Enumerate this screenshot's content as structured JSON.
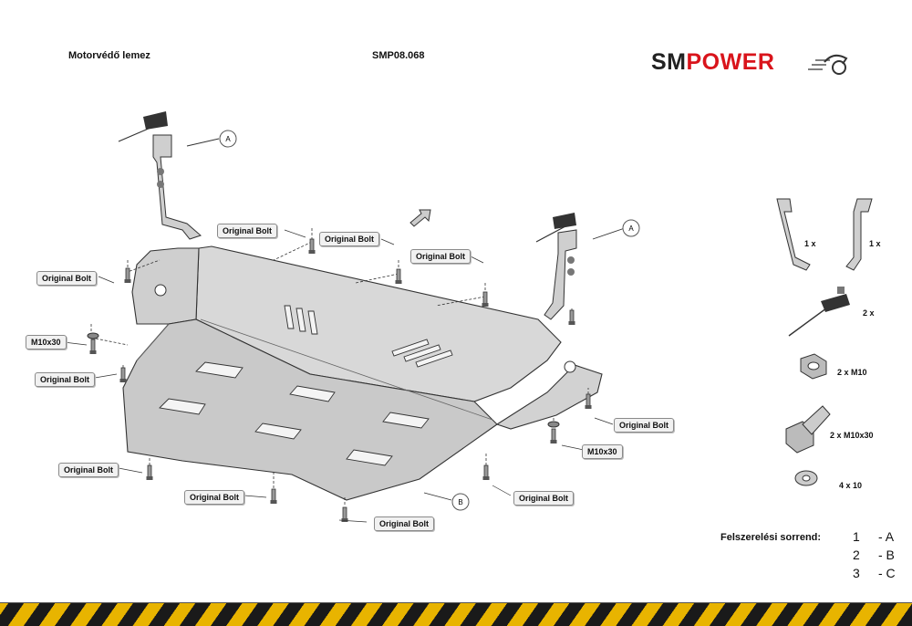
{
  "header": {
    "title": "Motorvédő lemez",
    "code": "SMP08.068",
    "logo": {
      "part1": "SM",
      "part2": "POWER",
      "color_dark": "#222222",
      "color_red": "#d9141b"
    }
  },
  "callouts": {
    "ob1": "Original Bolt",
    "ob2": "Original Bolt",
    "ob3": "Original Bolt",
    "ob4": "Original Bolt",
    "ob5": "Original Bolt",
    "ob6": "Original Bolt",
    "ob7": "Original Bolt",
    "ob8": "Original Bolt",
    "ob9": "Original Bolt",
    "ob10": "Original Bolt",
    "m1": "M10x30",
    "m2": "M10x30"
  },
  "markers": {
    "a1": "A",
    "a2": "A",
    "b": "B"
  },
  "parts": [
    {
      "qty": "1 x",
      "icon": "bracket-left-icon"
    },
    {
      "qty": "1 x",
      "icon": "bracket-right-icon"
    },
    {
      "qty": "2 x",
      "icon": "clamp-icon"
    },
    {
      "qty": "2 x M10",
      "icon": "nut-icon"
    },
    {
      "qty": "2 x M10x30",
      "icon": "bolt-icon"
    },
    {
      "qty": "4 x 10",
      "icon": "washer-icon"
    }
  ],
  "sequence": {
    "label": "Felszerelési sorrend:",
    "steps": [
      {
        "n": "1",
        "part": "- A"
      },
      {
        "n": "2",
        "part": "- B"
      },
      {
        "n": "3",
        "part": "- C"
      }
    ]
  },
  "colors": {
    "plate": "#d6d6d6",
    "plate_dark": "#b4b4b4",
    "hazard_yellow": "#e8b400",
    "hazard_black": "#1a1a1a"
  }
}
